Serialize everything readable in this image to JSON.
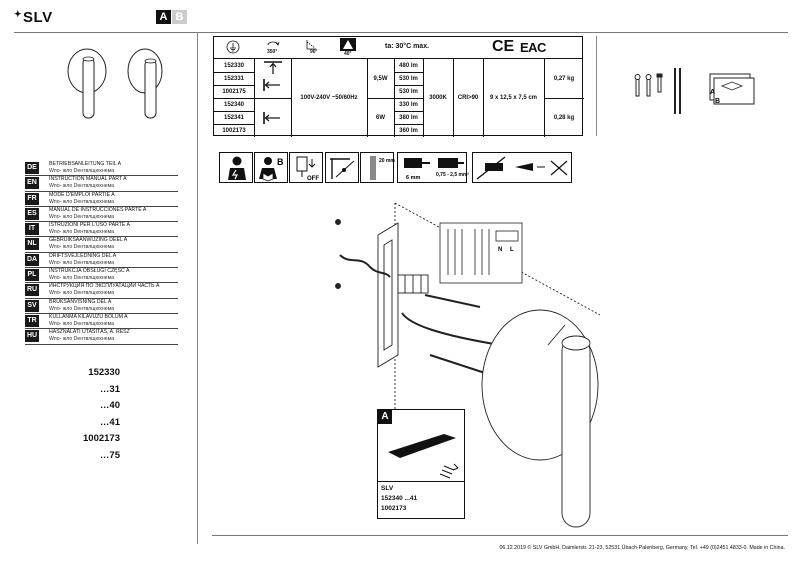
{
  "header": {
    "brand": "SLV",
    "part_active": "A",
    "part_inactive": "B"
  },
  "spec": {
    "rotation": "350°",
    "tilt": "90°",
    "beam": "40°",
    "ta": "ta: 30°C max.",
    "ce": "CE",
    "eac": "EAC",
    "articles": [
      "152330",
      "152331",
      "1002175",
      "152340",
      "152341",
      "1002173"
    ],
    "voltage": "100V-240V ~50/60Hz",
    "power_a": "9,5W",
    "power_b": "6W",
    "lumens": [
      "480 lm",
      "530 lm",
      "530 lm",
      "330 lm",
      "380 lm",
      "360 lm"
    ],
    "cct": "3000K",
    "cri": "CRI>90",
    "dims": "9 x 12,5 x 7,5 cm",
    "weight_a": "0,27 kg",
    "weight_b": "0,28 kg"
  },
  "install_icons": {
    "off": "OFF",
    "strip_a": "20 mm",
    "strip_b": "6 mm",
    "wire": "0,75 - 2,5 mm²",
    "manual": "B"
  },
  "languages": [
    {
      "code": "DE",
      "line1": "BETRIEBSANLEITUNG TEIL A",
      "line2": "Wпо- жло Dентвлщюхнема"
    },
    {
      "code": "EN",
      "line1": "INSTRUCTION MANUAL PART A",
      "line2": "Wпо- жло Dентвлщюхнема"
    },
    {
      "code": "FR",
      "line1": "MODE D'EMPLOI PARTIE A",
      "line2": "Wпо- жло Dентвлщюхнема"
    },
    {
      "code": "ES",
      "line1": "MANUAL DE INSTRUCCIONES PARTE A",
      "line2": "Wпо- жло Dентвлщюхнема"
    },
    {
      "code": "IT",
      "line1": "ISTRUZIONI PER L'USO PARTE A",
      "line2": "Wпо- жло Dентвлщюхнема"
    },
    {
      "code": "NL",
      "line1": "GEBRUIKSAANWIJZING DEEL A",
      "line2": "Wпо- жло Dентвлщюхнема"
    },
    {
      "code": "DA",
      "line1": "DRIFTSVEJLEDNING DEL A",
      "line2": "Wпо- жло Dентвлщюхнема"
    },
    {
      "code": "PL",
      "line1": "INSTRUKCJA OBSŁUGI CZĘŚĆ A",
      "line2": "Wпо- жло Dентвлщюхнема"
    },
    {
      "code": "RU",
      "line1": "ИНСТРУКЦИЯ ПО ЭКСПЛУАТАЦИИ ЧАСТЬ А",
      "line2": "Wпо- жло Dентвлщюхнема"
    },
    {
      "code": "SV",
      "line1": "BRUKSANVISNING DEL A",
      "line2": "Wпо- жло Dентвлщюхнема"
    },
    {
      "code": "TR",
      "line1": "KULLANMA KILAVUZU BÖLÜM A",
      "line2": "Wпо- жло Dентвлщюхнема"
    },
    {
      "code": "HU",
      "line1": "HASZNÁLATI UTASÍTÁS, A. RESZ",
      "line2": "Wпо- жло Dентвлщюхнема"
    }
  ],
  "article_list": [
    "152330",
    "…31",
    "…40",
    "…41",
    "1002173",
    "…75"
  ],
  "detail_a": {
    "label": "A",
    "line1": "SLV",
    "line2": "152340 ...41",
    "line3": "1002173"
  },
  "diagram": {
    "n": "N",
    "l": "L",
    "pack_a": "A",
    "pack_b": "B"
  },
  "footer": {
    "text": "06.12.2019 © SLV GmbH, Daimlerstr. 21-23, 52531 Übach-Palenberg, Germany, Tel. +49 (0)2451 4833-0. Made in China."
  }
}
